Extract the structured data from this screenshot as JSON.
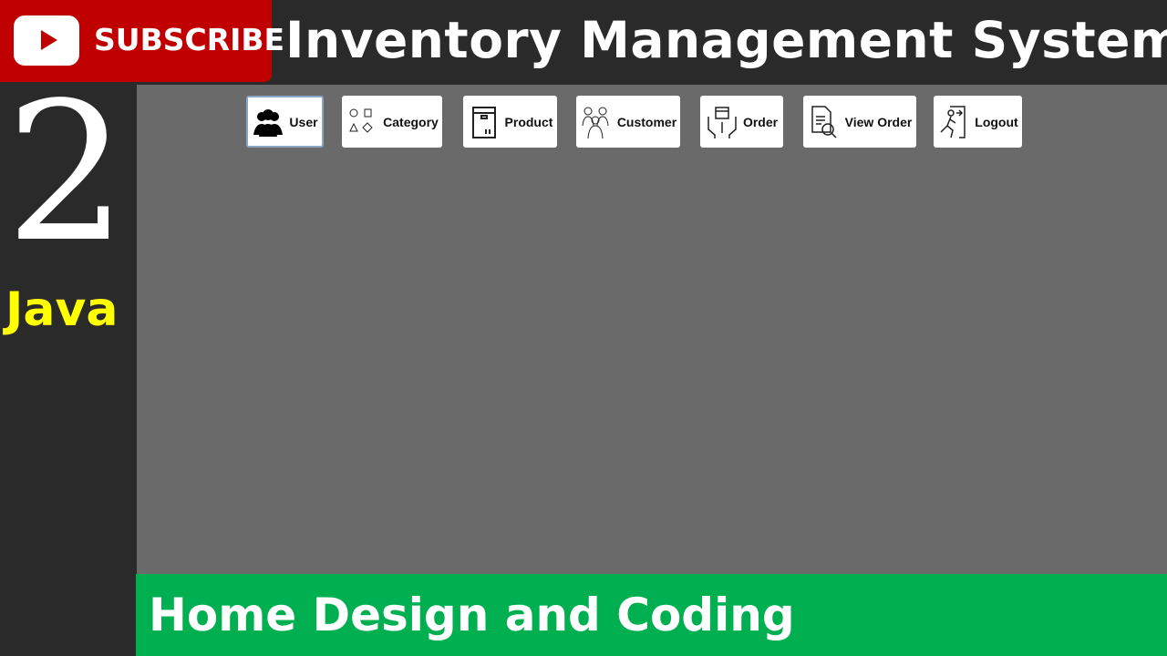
{
  "subscribe": {
    "label": "SUBSCRIBE",
    "icon": "youtube-play-icon",
    "color": "#c00000"
  },
  "title": "Inventory Management System",
  "episode": "2",
  "language": "Java",
  "toolbar": [
    {
      "label": "User",
      "icon": "users-icon",
      "selected": true
    },
    {
      "label": "Category",
      "icon": "shapes-icon"
    },
    {
      "label": "Product",
      "icon": "box-icon"
    },
    {
      "label": "Customer",
      "icon": "customers-icon"
    },
    {
      "label": "Order",
      "icon": "hands-box-icon"
    },
    {
      "label": "View Order",
      "icon": "document-search-icon"
    },
    {
      "label": "Logout",
      "icon": "exit-icon"
    }
  ],
  "footer": "Home Design and Coding",
  "colors": {
    "footer": "#00b050",
    "language": "#ffff00",
    "panel": "#6a6a6a"
  }
}
